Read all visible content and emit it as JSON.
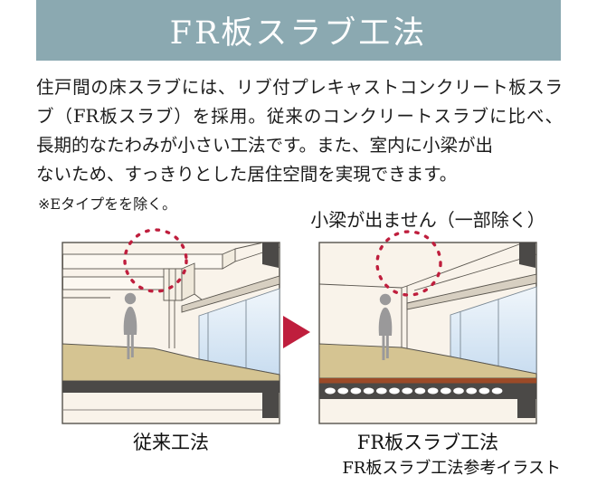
{
  "header": {
    "title": "FR板スラブ工法"
  },
  "intro": {
    "lines": [
      "住戸間の床スラブには、リブ付プレキャストコンクリート板スラ",
      "ブ（FR板スラブ）を採用。従来のコンクリートスラブに比べ、",
      "長期的なたわみが小さい工法です。また、室内に小梁が出",
      "ないため、すっきりとした居住空間を実現できます。"
    ],
    "note": "※Eタイプをを除く。"
  },
  "comparison": {
    "callout": "小梁が出ません（一部除く）",
    "left_label": "従来工法",
    "right_label": "FR板スラブ工法",
    "caption": "FR板スラブ工法参考イラスト"
  },
  "colors": {
    "header_bg": "#8ba9b1",
    "accent_red": "#bf1e3d",
    "text": "#1c1c1c",
    "wall_cream": "#f9f3ea",
    "floor_tan": "#d5c492",
    "window_blue_top": "#f0f6fb",
    "window_blue_bottom": "#c9ddf0",
    "slab_dark": "#4b4947",
    "rib_brown": "#9c4a27",
    "curtain_band_beige": "#d7cfc1",
    "silhouette_gray": "#9a999a"
  }
}
